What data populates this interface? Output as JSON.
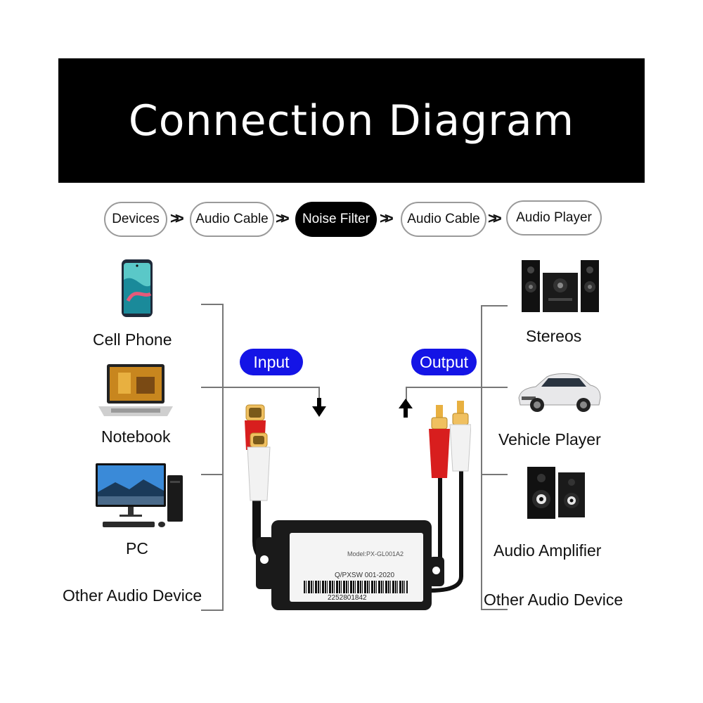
{
  "header": {
    "title": "Connection Diagram"
  },
  "flow": [
    {
      "label": "Devices",
      "active": false
    },
    {
      "label": "Audio Cable",
      "active": false
    },
    {
      "label": "Noise Filter",
      "active": true
    },
    {
      "label": "Audio Cable",
      "active": false
    },
    {
      "label": "Audio Player",
      "active": false
    }
  ],
  "flow_separator": ">>",
  "inputs": {
    "tag": "Input",
    "devices": [
      "Cell Phone",
      "Notebook",
      "PC",
      "Other Audio Device"
    ]
  },
  "outputs": {
    "tag": "Output",
    "devices": [
      "Stereos",
      "Vehicle Player",
      "Audio Amplifier",
      "Other Audio Device"
    ]
  },
  "filter": {
    "model": "Model:PX-GL001A2",
    "standard": "Q/PXSW 001-2020",
    "serial": "2252801842"
  },
  "colors": {
    "accent": "#1414e6",
    "header_bg": "#000000",
    "rca_red": "#d81e1e",
    "rca_white": "#f2f2f2"
  },
  "icons": [
    "cell-phone-icon",
    "notebook-icon",
    "pc-icon",
    "stereo-icon",
    "car-icon",
    "amplifier-speaker-icon",
    "arrow-down-icon",
    "arrow-up-icon"
  ]
}
